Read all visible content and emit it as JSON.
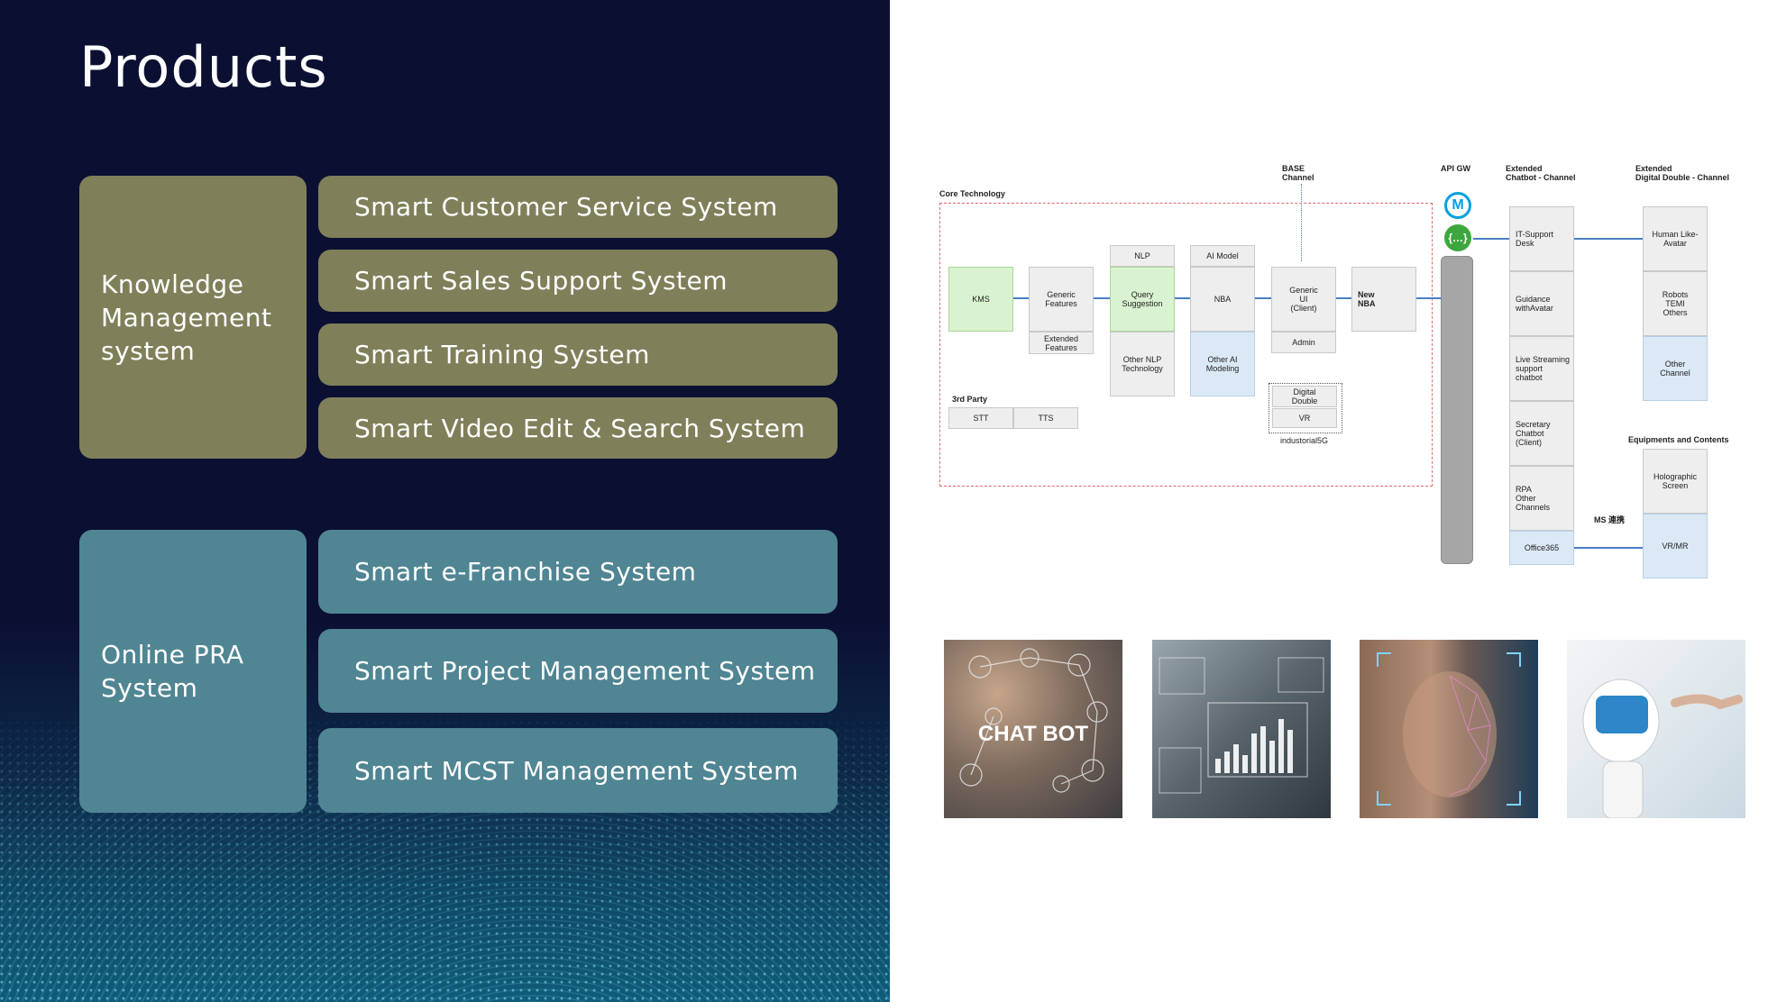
{
  "title": "Products",
  "groups": [
    {
      "label": "Knowledge\nManagement\nsystem",
      "color": "#7f7f5a"
    },
    {
      "label": "Online PRA\nSystem",
      "color": "#508593"
    }
  ],
  "knowledge_items": [
    "Smart Customer Service System",
    "Smart Sales Support System",
    "Smart Training System",
    "Smart Video Edit & Search System"
  ],
  "pra_items": [
    "Smart e-Franchise System",
    "Smart Project Management System",
    "Smart MCST Management System"
  ],
  "diagram": {
    "core_technology": "Core Technology",
    "base_channel": "BASE\nChannel",
    "api_gw": "API GW",
    "ext_chatbot": "Extended\nChatbot - Channel",
    "ext_digital": "Extended\nDigital Double - Channel",
    "third_party": "3rd Party",
    "stt": "STT",
    "tts": "TTS",
    "kms": "KMS",
    "generic_features": "Generic\nFeatures",
    "extended_features": "Extended\nFeatures",
    "nlp": "NLP",
    "query_suggestion": "Query\nSuggestion",
    "other_nlp": "Other NLP\nTechnology",
    "ai_model": "AI Model",
    "nba": "NBA",
    "other_ai": "Other AI\nModeling",
    "generic_ui": "Generic\nUI\n(Client)",
    "admin": "Admin",
    "new_nba": "New\nNBA",
    "digital_double": "Digital\nDouble",
    "vr": "VR",
    "industrial5g": "industorial5G",
    "chatbot_channels": [
      "IT-Support\nDesk",
      "Guidance\nwithAvatar",
      "Live Streaming\nsupport\nchatbot",
      "Secretary\nChatbot\n(Client)",
      "RPA\nOther\nChannels",
      "Office365"
    ],
    "digital_channels": [
      "Human Like-\nAvatar",
      "Robots\nTEMI\nOthers",
      "Other\nChannel"
    ],
    "equipments_title": "Equipments and Contents",
    "equipments": [
      "Holographic\nScreen",
      "VR/MR"
    ],
    "ms_link": "MS 連携"
  },
  "photos": {
    "chatbot_text": "CHAT BOT"
  }
}
